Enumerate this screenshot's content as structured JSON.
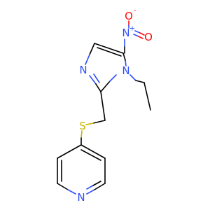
{
  "molecule": {
    "atoms": {
      "nitro_oxygen": {
        "symbol": "O",
        "charge": "-"
      },
      "nitro_nitrogen": {
        "symbol": "N",
        "charge": "+"
      },
      "nitro_oxygen_double": {
        "symbol": "O"
      },
      "imidazole_n1": {
        "symbol": "N"
      },
      "imidazole_n3": {
        "symbol": "N"
      },
      "sulfur": {
        "symbol": "S"
      },
      "pyridine_nitrogen": {
        "symbol": "N"
      }
    },
    "colors": {
      "carbon_bond": "#000000",
      "nitrogen": "#3050F8",
      "oxygen": "#FF0D0D",
      "sulfur": "#C8B400"
    }
  }
}
